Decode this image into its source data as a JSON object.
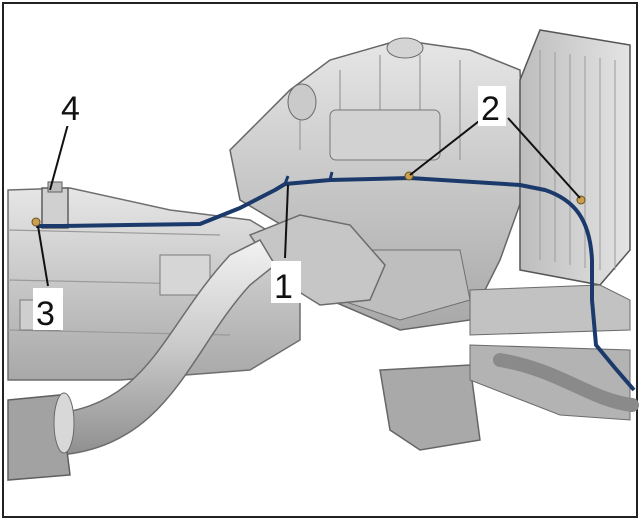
{
  "figure": {
    "callouts": [
      {
        "id": "line",
        "label": "1"
      },
      {
        "id": "sensor-pair",
        "label": "2"
      },
      {
        "id": "front-point",
        "label": "3"
      },
      {
        "id": "bracket",
        "label": "4"
      }
    ]
  },
  "colors": {
    "background": "#ffffff",
    "border": "#222222",
    "engine_light": "#dcdcdc",
    "engine_mid": "#b8b8b8",
    "engine_dark": "#8a8a8a",
    "line": "#1b3a6b",
    "marker": "#c8a050"
  }
}
